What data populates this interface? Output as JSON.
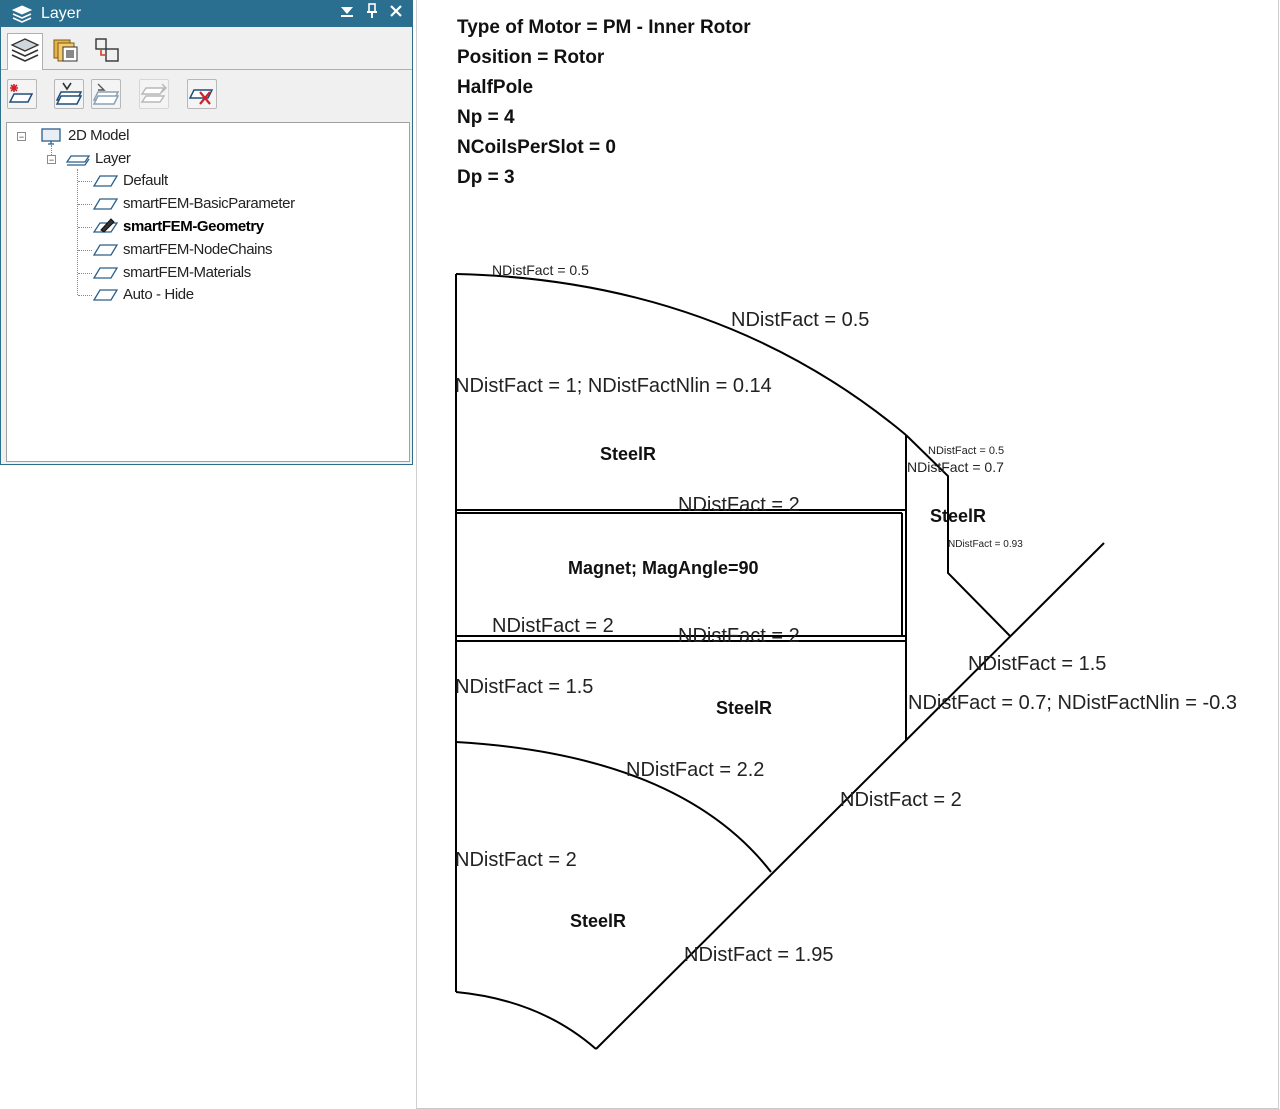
{
  "panel": {
    "title": "Layer",
    "tabs": [
      {
        "icon": "layers-stack-icon"
      },
      {
        "icon": "folder-copy-icon"
      },
      {
        "icon": "hierarchy-icon"
      }
    ],
    "toolbar": [
      {
        "icon": "new-layer-icon"
      },
      {
        "icon": "set-active-layer-icon"
      },
      {
        "icon": "layer-visibility-icon"
      },
      {
        "icon": "move-to-layer-icon"
      },
      {
        "icon": "delete-layer-icon"
      }
    ],
    "tree": {
      "root": "2D Model",
      "group": "Layer",
      "items": [
        "Default",
        "smartFEM-BasicParameter",
        "smartFEM-Geometry",
        "smartFEM-NodeChains",
        "smartFEM-Materials",
        "Auto - Hide"
      ],
      "active_item": "smartFEM-Geometry"
    }
  },
  "header_info": [
    "Type of Motor = PM - Inner Rotor",
    "Position = Rotor",
    "HalfPole",
    "Np = 4",
    "NCoilsPerSlot = 0",
    "Dp = 3"
  ],
  "drawing": {
    "regions": {
      "steel_top": "SteelR",
      "steel_right": "SteelR",
      "magnet": "Magnet; MagAngle=90",
      "steel_middle": "SteelR",
      "steel_bottom": "SteelR"
    },
    "labels": {
      "top_small": "NDistFact = 0.5",
      "arc_top": "NDistFact = 0.5",
      "left_top": "NDistFact = 1; NDistFactNlin = 0.14",
      "magnet_top": "NDistFact = 2",
      "right_tiny_1": "NDistFact = 0.5",
      "right_small": "NDistFact = 0.7",
      "right_tiny_2": "NDistFact = 0.93",
      "magnet_bottom_left": "NDistFact = 2",
      "magnet_bottom_mid": "NDistFact = 2",
      "diag_upper": "NDistFact = 1.5",
      "right_vert": "NDistFact = 0.7; NDistFactNlin = -0.3",
      "left_mid": "NDistFact = 1.5",
      "inner_arc": "NDistFact = 2.2",
      "diag_mid": "NDistFact = 2",
      "left_bottom": "NDistFact = 2",
      "diag_bottom": "NDistFact = 1.95"
    }
  },
  "colors": {
    "titlebar": "#2a6f8f",
    "panel_bg": "#f0f0f0",
    "line": "#000000"
  }
}
